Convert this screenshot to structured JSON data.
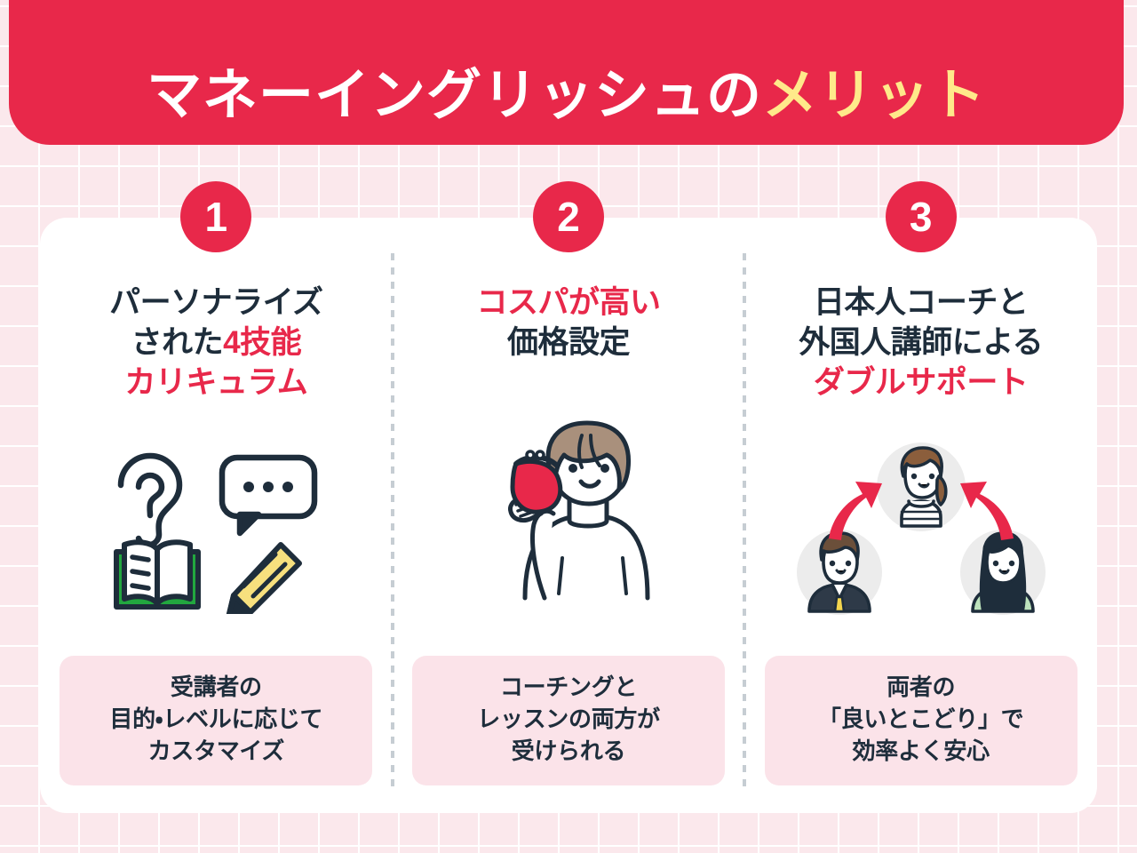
{
  "header": {
    "title_main": "マネーイングリッシュの",
    "title_accent": "メリット",
    "bg_color": "#E8284A",
    "accent_color": "#FFE98A"
  },
  "theme": {
    "red": "#E8284A",
    "dark": "#1E2D3B",
    "pink_bg": "#FBE8EC",
    "note_bg": "#FBE3E9",
    "green": "#22A73F",
    "yellow": "#F7E07E"
  },
  "columns": [
    {
      "number": "1",
      "heading_lines": [
        {
          "text": "パーソナライズ",
          "color": "dark"
        },
        {
          "text": "された",
          "color": "dark",
          "text2": "4技能",
          "color2": "red"
        },
        {
          "text": "カリキュラム",
          "color": "red"
        }
      ],
      "heading_plain": "パーソナライズされた4技能カリキュラム",
      "icons": [
        "ear-icon",
        "speech-bubble-icon",
        "open-book-icon",
        "pencil-icon"
      ],
      "note_lines": [
        "受講者の",
        "目的・レベルに応じて",
        "カスタマイズ"
      ]
    },
    {
      "number": "2",
      "heading_lines": [
        {
          "text": "コスパが高い",
          "color": "red"
        },
        {
          "text": "価格設定",
          "color": "dark"
        }
      ],
      "heading_plain": "コスパが高い価格設定",
      "icons": [
        "woman-with-coin-purse-illustration"
      ],
      "note_lines": [
        "コーチングと",
        "レッスンの両方が",
        "受けられる"
      ]
    },
    {
      "number": "3",
      "heading_lines": [
        {
          "text": "日本人コーチと",
          "color": "dark"
        },
        {
          "text": "外国人講師による",
          "color": "dark"
        },
        {
          "text": "ダブルサポート",
          "color": "red"
        }
      ],
      "heading_plain": "日本人コーチと外国人講師によるダブルサポート",
      "icons": [
        "coach-avatar-icon",
        "student-male-avatar-icon",
        "student-female-avatar-icon",
        "arrow-up-left-icon",
        "arrow-up-right-icon"
      ],
      "note_lines": [
        "両者の",
        "「良いとこどり」で",
        "効率よく安心"
      ]
    }
  ]
}
